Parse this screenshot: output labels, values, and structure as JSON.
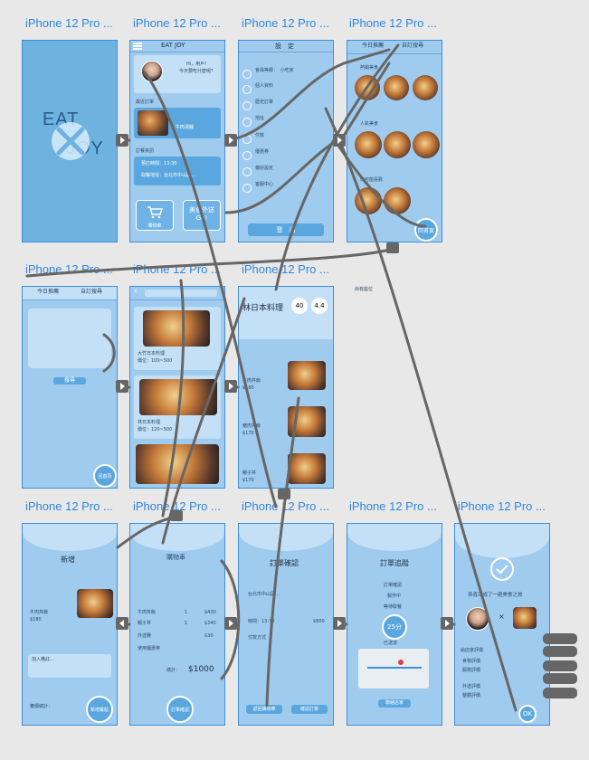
{
  "labels": [
    "iPhone 12 Pro ...",
    "iPhone 12 Pro ...",
    "iPhone 12 Pro ...",
    "iPhone 12 Pro ...",
    "iPhone 12 Pro ...",
    "iPhone 12 Pro ...",
    "iPhone 12 Pro ...",
    "iPhone 12 Pro ...",
    "iPhone 12 Pro ...",
    "iPhone 12 Pro ...",
    "iPhone 12 Pro ...",
    "iPhone 12 Pro ..."
  ],
  "splash": {
    "line1": "EAT",
    "line2": "JOY"
  },
  "home": {
    "brand": "EAT JOY",
    "greeting_name": "Hi，用戶！",
    "greeting_q": "今天要吃什麼呢？",
    "recent_title": "最近訂單",
    "recent_item": "牛肉湯麵",
    "order_title": "訂餐資訊",
    "time_label": "預訂時間：13:30",
    "addr_label": "取餐地址：台北市中山區...",
    "cart_label": "購物車",
    "takeout_label": "美食外送",
    "go_label": "Go!"
  },
  "settings": {
    "title": "設　定",
    "items": [
      "會員等級：　小吃家",
      "個人資料",
      "歷史訂單",
      "地址",
      "付款",
      "優惠券",
      "偏好設定",
      "客服中心"
    ],
    "logout": "登　出"
  },
  "browse": {
    "tab1": "今日推薦",
    "tab2": "自訂搜尋",
    "sec1": "熱銷美食",
    "sec2": "人氣美食",
    "sec3": "你可能喜歡",
    "back_home": "回首頁"
  },
  "search": {
    "tab1": "今日推薦",
    "tab2": "自訂搜尋",
    "search_btn": "搜尋",
    "back_btn": "回首頁"
  },
  "results": {
    "back": "‹",
    "r1_name": "大竹日本料理",
    "r1_meta": "價位：100~500",
    "r2_name": "林日本料理",
    "r2_meta": "價位：120~500"
  },
  "restaurant": {
    "name": "林日本料理",
    "rating_num": "40",
    "score": "4.4",
    "dishes": [
      {
        "name": "牛肉丼飯",
        "price": "$180"
      },
      {
        "name": "豬肉丼飯",
        "price": "$170"
      },
      {
        "name": "親子丼",
        "price": "$170"
      }
    ],
    "tag": "尚有座位"
  },
  "add": {
    "title": "新增",
    "dish": "牛肉丼飯",
    "price": "$180",
    "note": "加入備註...",
    "subtotal": "審價總計：",
    "add_btn": "新增餐點"
  },
  "cart": {
    "title": "購物車",
    "coupon": "使用優惠券",
    "items": [
      {
        "name": "牛肉丼飯",
        "qty": "1",
        "price": "$430"
      },
      {
        "name": "親子丼",
        "qty": "1",
        "price": "$340"
      },
      {
        "name": "外送費",
        "qty": "",
        "price": "$30"
      }
    ],
    "total_label": "總計：",
    "total": "$1000",
    "order_btn": "訂單確認"
  },
  "confirm": {
    "title": "訂單確認",
    "addr": "台北市中山區...",
    "time": "時間：13:30",
    "amount": "$800",
    "pay_title": "付款方式",
    "back": "返回購物車",
    "submit": "確認訂單"
  },
  "tracking": {
    "title": "訂單追蹤",
    "s1": "訂單確認",
    "s2": "製作中",
    "s3": "等待取餐",
    "minutes": "25分",
    "s4": "已送達",
    "contact": "聯絡店家"
  },
  "done": {
    "message": "恭喜完成了一趟美食之旅",
    "x": "×",
    "rate_title": "給店家評價",
    "rows": [
      "食物評價",
      "服務評價",
      "外送評價",
      "整體評價"
    ],
    "ok": "OK"
  },
  "colors": {
    "frame": "#9fcbee",
    "border": "#3c8fdc",
    "accent": "#2f86dd",
    "wire": "#666666"
  }
}
